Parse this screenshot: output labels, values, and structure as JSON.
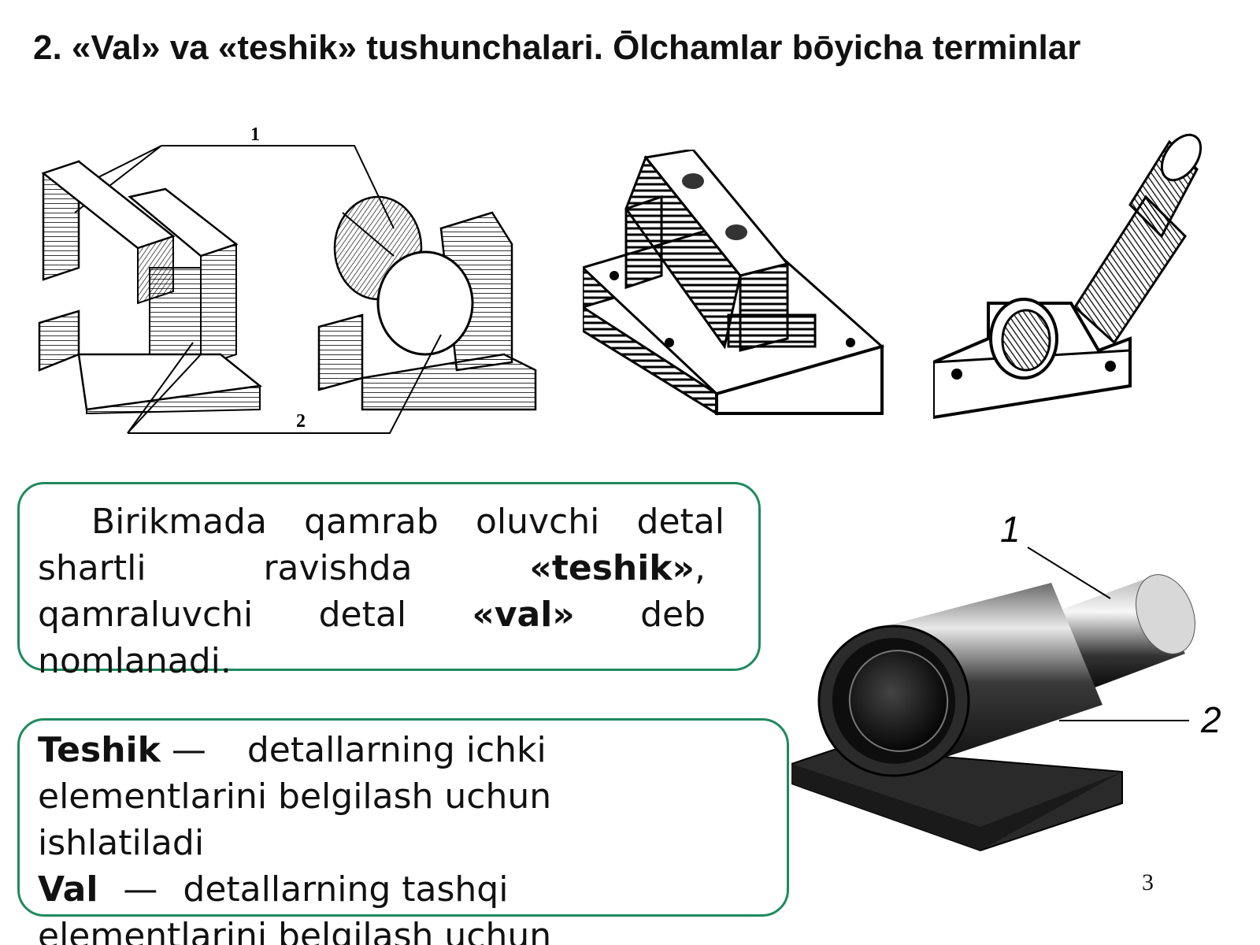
{
  "title": "2. «Val» va «teshik» tushunchalari. Ōlchamlar bōyicha terminlar",
  "figures": {
    "assembly_label_1": "1",
    "assembly_label_2": "2",
    "shaft_label_1": "1",
    "shaft_label_2": "2"
  },
  "definition_box": {
    "line1": [
      "Birikmada",
      "qamrab",
      "oluvchi",
      "detal"
    ],
    "line2_a": "shartli",
    "line2_b": "ravishda",
    "line2_c": "«teshik»",
    "line2_d": ",",
    "line3_a": "qamraluvchi",
    "line3_b": "detal",
    "line3_c": "«val»",
    "line3_d": "deb",
    "line4": "nomlanadi."
  },
  "terms_box": {
    "teshik_term": "Teshik",
    "teshik_dash": "—",
    "teshik_def_1": "detallarning ichki",
    "teshik_def_2": "elementlarini  belgilash uchun",
    "teshik_def_3": "ishlatiladi",
    "val_term": "Val",
    "val_dash": "—",
    "val_def_1": "detallarning tashqi",
    "val_def_2": "elementlarini  belgilash uchun"
  },
  "page_number": "3"
}
